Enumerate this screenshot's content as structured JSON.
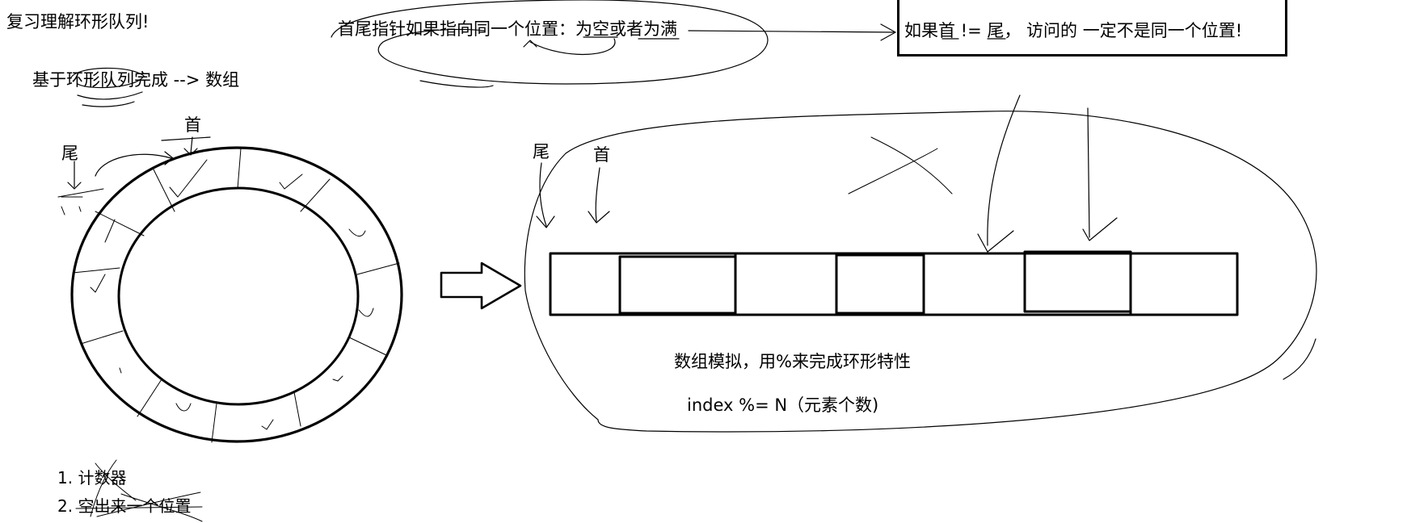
{
  "texts": {
    "title": "复习理解环形队列!",
    "based_on": "基于环形队列完成 --> 数组",
    "head_tail_note": "首尾指针如果指向同一个位置：为空或者为满",
    "box_note": "如果首 != 尾， 访问的 一定不是同一个位置!",
    "head_label_ring": "首",
    "tail_label_ring": "尾",
    "tail_label_array": "尾",
    "head_label_array": "首",
    "array_sim": "数组模拟，用%来完成环形特性",
    "index_formula": "index %= N（元素个数)",
    "option_1": "1. 计数器",
    "option_2": "2. 空出来一个位置"
  },
  "colors": {
    "ink": "#000000",
    "background": "#ffffff"
  }
}
